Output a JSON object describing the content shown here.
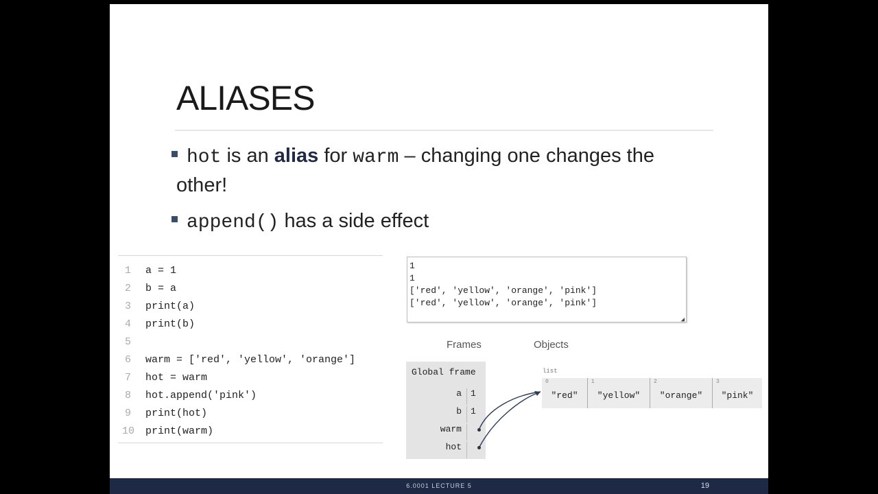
{
  "slide": {
    "title": "ALIASES",
    "bullets": [
      {
        "code1": "hot",
        "t1": " is an ",
        "bold": "alias",
        "t2": " for ",
        "code2": "warm",
        "t3": " – changing one changes the",
        "t4": "other!"
      },
      {
        "code1": "append()",
        "t1": " has a side effect"
      }
    ],
    "footer": "6.0001 LECTURE 5",
    "page_number": "19"
  },
  "code": [
    {
      "ln": "1",
      "src": "a = 1"
    },
    {
      "ln": "2",
      "src": "b = a"
    },
    {
      "ln": "3",
      "src": "print(a)"
    },
    {
      "ln": "4",
      "src": "print(b)"
    },
    {
      "ln": "5",
      "src": ""
    },
    {
      "ln": "6",
      "src": "warm = ['red', 'yellow', 'orange']"
    },
    {
      "ln": "7",
      "src": "hot = warm"
    },
    {
      "ln": "8",
      "src": "hot.append('pink')"
    },
    {
      "ln": "9",
      "src": "print(hot)"
    },
    {
      "ln": "10",
      "src": "print(warm)"
    }
  ],
  "output": [
    "1",
    "1",
    "['red', 'yellow', 'orange', 'pink']",
    "['red', 'yellow', 'orange', 'pink']"
  ],
  "viz": {
    "frames_label": "Frames",
    "objects_label": "Objects",
    "frame_title": "Global frame",
    "vars": [
      {
        "name": "a",
        "value": "1"
      },
      {
        "name": "b",
        "value": "1"
      },
      {
        "name": "warm",
        "value": ""
      },
      {
        "name": "hot",
        "value": ""
      }
    ],
    "list_type": "list",
    "list": [
      {
        "idx": "0",
        "val": "\"red\""
      },
      {
        "idx": "1",
        "val": "\"yellow\""
      },
      {
        "idx": "2",
        "val": "\"orange\""
      },
      {
        "idx": "3",
        "val": "\"pink\""
      }
    ]
  }
}
